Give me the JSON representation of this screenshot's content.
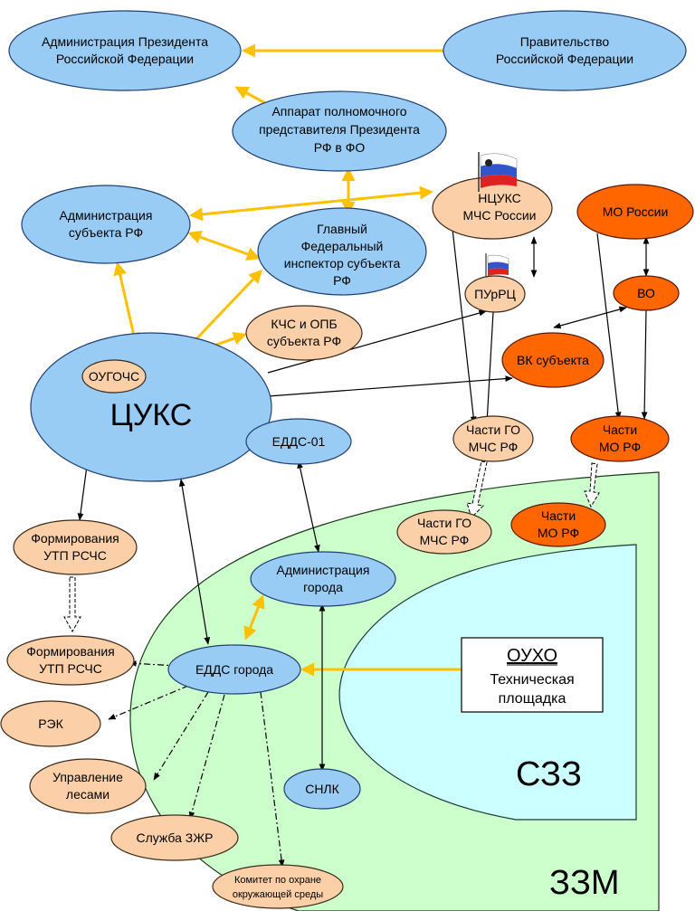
{
  "nodes": {
    "admin_president": [
      "Администрация Президента",
      "Российской Федерации"
    ],
    "government": [
      "Правительство",
      "Российской Федерации"
    ],
    "apparat": [
      "Аппарат полномочного",
      "представителя Президента",
      "РФ в ФО"
    ],
    "admin_subject": [
      "Администрация",
      "субъекта РФ"
    ],
    "ncuks": [
      "НЦУКС",
      "МЧС России"
    ],
    "mo_russia": "МО России",
    "main_inspector": [
      "Главный",
      "Федеральный",
      "инспектор субъекта",
      "РФ"
    ],
    "purc": "ПУрРЦ",
    "vo": "ВО",
    "kchs": [
      "КЧС и ОПБ",
      "субъекта РФ"
    ],
    "vk": "ВК субъекта",
    "cuks": "ЦУКС",
    "ougochs": "ОУГОЧС",
    "edds01": "ЕДДС-01",
    "chasti_go_top": [
      "Части ГО",
      "МЧС РФ"
    ],
    "chasti_mo_top": [
      "Части",
      "МО  РФ"
    ],
    "chasti_go_bottom": [
      "Части ГО",
      "МЧС РФ"
    ],
    "chasti_mo_bottom": [
      "Части",
      "МО  РФ"
    ],
    "form_utp_top": [
      "Формирования",
      "УТП РСЧС"
    ],
    "admin_city": [
      "Администрация",
      "города"
    ],
    "form_utp_bottom": [
      "Формирования",
      "УТП РСЧС"
    ],
    "edds_city": "ЕДДС города",
    "reк": "РЭК",
    "forest": [
      "Управление",
      "лесами"
    ],
    "zhr": "Служба ЗЖР",
    "env": [
      "Комитет по охране",
      "окружающей среды"
    ],
    "snlk": "СНЛК",
    "ouho_title": "ОУХО",
    "ouho_sub": [
      "Техническая",
      "площадка"
    ]
  },
  "zones": {
    "inner": "СЗЗ",
    "outer": "ЗЗМ"
  },
  "colors": {
    "blue": "#99ccf5",
    "peach": "#fbd0a8",
    "orange": "#ff6600",
    "yellow": "#ffc000",
    "zone_outer": "#ccffcc",
    "zone_inner": "#ccffff"
  }
}
